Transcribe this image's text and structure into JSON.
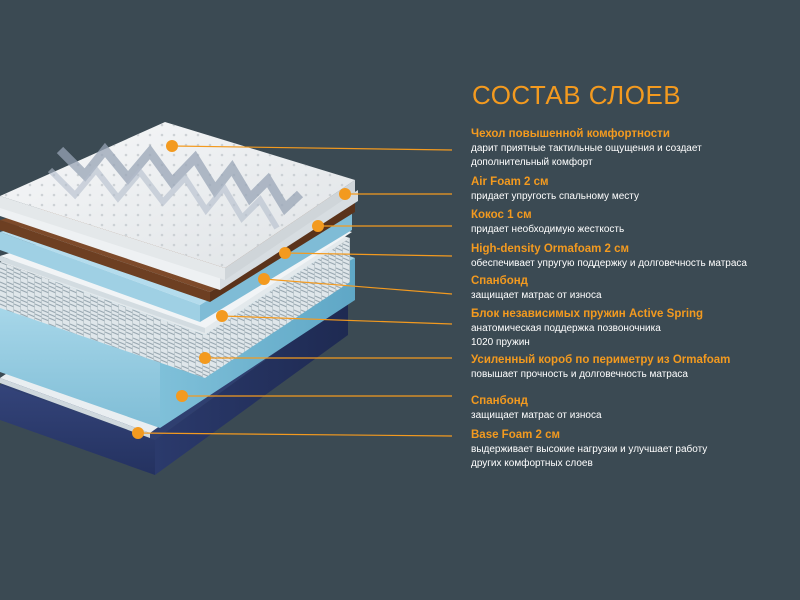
{
  "title": "СОСТАВ СЛОЕВ",
  "colors": {
    "background": "#3b4a53",
    "accent": "#f39a1f",
    "text": "#ffffff"
  },
  "layers": [
    {
      "name": "Чехол повышенной комфортности",
      "desc_lines": [
        "дарит приятные тактильные ощущения и создает",
        "дополнительный комфорт"
      ]
    },
    {
      "name": "Air Foam 2 см",
      "desc_lines": [
        "придает упругость спальному месту"
      ]
    },
    {
      "name": "Кокос 1 см",
      "desc_lines": [
        "придает необходимую жесткость"
      ]
    },
    {
      "name": "High-density Ormafoam 2 см",
      "desc_lines": [
        "обеспечивает упругую поддержку и долговечность матраса"
      ]
    },
    {
      "name": "Спанбонд",
      "desc_lines": [
        "защищает матрас от износа"
      ]
    },
    {
      "name": "Блок независимых пружин Active Spring",
      "desc_lines": [
        "анатомическая поддержка позвоночника",
        "1020 пружин"
      ]
    },
    {
      "name": "Усиленный короб по периметру из Ormafoam",
      "desc_lines": [
        "повышает прочность и долговечность матраса"
      ]
    },
    {
      "name": "Спанбонд",
      "desc_lines": [
        "защищает матрас от износа"
      ]
    },
    {
      "name": "Base Foam 2 см",
      "desc_lines": [
        "выдерживает высокие нагрузки и улучшает работу",
        "других комфортных слоев"
      ]
    }
  ]
}
